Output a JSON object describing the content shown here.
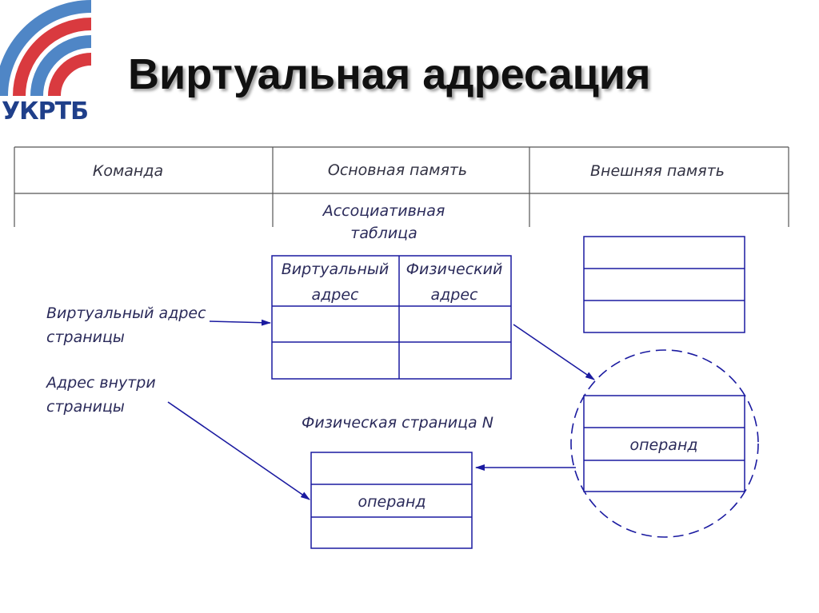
{
  "logo": {
    "text": "УКРТБ"
  },
  "title": "Виртуальная адресация",
  "header": {
    "col1": "Команда",
    "col2": "Основная память",
    "col3": "Внешняя память"
  },
  "assoc_table": {
    "caption_line1": "Ассоциативная",
    "caption_line2": "таблица",
    "col1_line1": "Виртуальный",
    "col1_line2": "адрес",
    "col2_line1": "Физический",
    "col2_line2": "адрес"
  },
  "labels": {
    "virtual_page_line1": "Виртуальный адрес",
    "virtual_page_line2": "страницы",
    "offset_line1": "Адрес внутри",
    "offset_line2": "страницы",
    "physical_page": "Физическая страница N"
  },
  "operand": "операнд",
  "colors": {
    "diagram_blue": "#1a1aa0",
    "logo_red": "#d93a3f",
    "logo_blue": "#4f86c6",
    "logo_text": "#1f3f8a"
  }
}
